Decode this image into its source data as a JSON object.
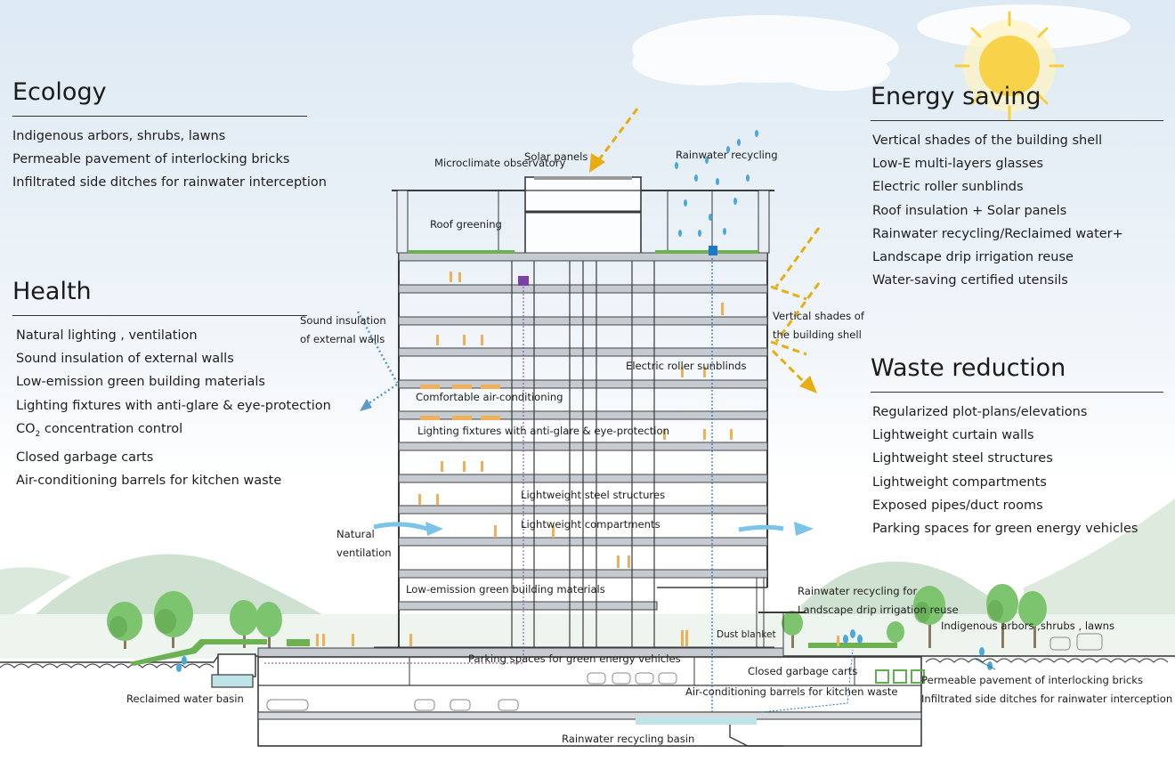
{
  "panels": {
    "ecology": {
      "title": "Ecology",
      "items": [
        "Indigenous arbors, shrubs, lawns",
        "Permeable pavement of interlocking bricks",
        "Infiltrated side ditches for rainwater interception"
      ]
    },
    "health": {
      "title": "Health",
      "items": [
        "Natural lighting , ventilation",
        "Sound insulation of external walls",
        "Low-emission green building materials",
        "Lighting fixtures with anti-glare & eye-protection",
        "CO",
        "2",
        " concentration control",
        "Closed garbage carts",
        "Air-conditioning barrels for kitchen waste"
      ]
    },
    "energy": {
      "title": "Energy saving",
      "items": [
        "Vertical shades of the building shell",
        "Low-E multi-layers glasses",
        "Electric roller sunblinds",
        "Roof insulation + Solar panels",
        "Rainwater recycling/Reclaimed water+",
        "Landscape drip irrigation reuse",
        "Water-saving certified utensils"
      ]
    },
    "waste": {
      "title": "Waste reduction",
      "items": [
        "Regularized plot-plans/elevations",
        "Lightweight curtain walls",
        "Lightweight steel structures",
        "Lightweight compartments",
        "Exposed pipes/duct rooms",
        "Parking spaces for green energy vehicles"
      ]
    }
  },
  "labels": {
    "solar_panels": "Solar panels",
    "microclimate": "Microclimate observatory",
    "rainwater_recycling_top": "Rainwater recycling",
    "roof_greening": "Roof greening",
    "sound_insulation": [
      "Sound insulation",
      "of external walls"
    ],
    "vertical_shades": [
      "Vertical shades of",
      "the building shell"
    ],
    "electric_roller": "Electric roller sunblinds",
    "comfortable_ac": "Comfortable air-conditioning",
    "lighting_fixtures": "Lighting fixtures with anti-glare & eye-protection",
    "lightweight_steel": "Lightweight steel  structures",
    "lightweight_comp": "Lightweight compartments",
    "natural_ventilation": [
      "Natural",
      "ventilation"
    ],
    "low_emission": "Low-emission green building materials",
    "rainwater_landscape": [
      "Rainwater recycling for",
      "Landscape drip irrigation reuse"
    ],
    "indigenous": "Indigenous arbors ,shrubs , lawns",
    "dust_blanket": "Dust blanket",
    "parking_spaces": "Parking spaces for green energy vehicles",
    "closed_garbage": "Closed garbage carts",
    "permeable": "Permeable pavement of interlocking bricks",
    "ac_barrels": "Air-conditioning barrels for kitchen waste",
    "infiltrated": "Infiltrated side ditches for rainwater interception",
    "reclaimed_basin": "Reclaimed water basin",
    "rainwater_basin": "Rainwater recycling basin"
  },
  "colors": {
    "sun": "#f6cf3a",
    "sun_arrow": "#e9ad12",
    "rain": "#4aa8d8",
    "vent_arrow": "#7cc3e8",
    "sound_arrow": "#5a98c8",
    "hill": "#cfe2d1",
    "tree": "#7dc46e",
    "grass": "#6cb253",
    "building_line": "#3a3a3a",
    "people": "#f0b05a",
    "purple_pipe": "#7a42a8",
    "blue_pipe": "#1f78c8",
    "basin_water": "#bfe4e8",
    "garbage_cart": "#5eb04e"
  }
}
